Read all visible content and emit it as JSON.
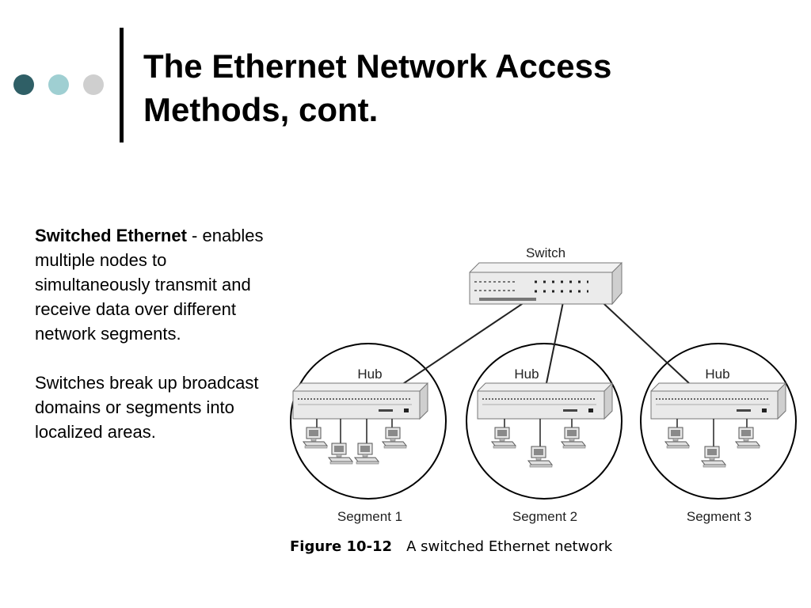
{
  "slide": {
    "title_line1": "The Ethernet Network Access",
    "title_line2": "Methods, cont.",
    "bullet_dot_colors": [
      "#2f5f66",
      "#9fcfd2",
      "#cfcfcf"
    ]
  },
  "text": {
    "p1_bold": "Switched Ethernet",
    "p1_rest": " - enables multiple nodes to simultaneously transmit and receive data over different network segments.",
    "p2": "Switches break up broadcast domains or segments into localized areas."
  },
  "figure": {
    "switch_label": "Switch",
    "hub_labels": [
      "Hub",
      "Hub",
      "Hub"
    ],
    "segment_labels": [
      "Segment 1",
      "Segment 2",
      "Segment 3"
    ],
    "caption_number": "Figure 10-12",
    "caption_text": "A switched Ethernet network"
  }
}
